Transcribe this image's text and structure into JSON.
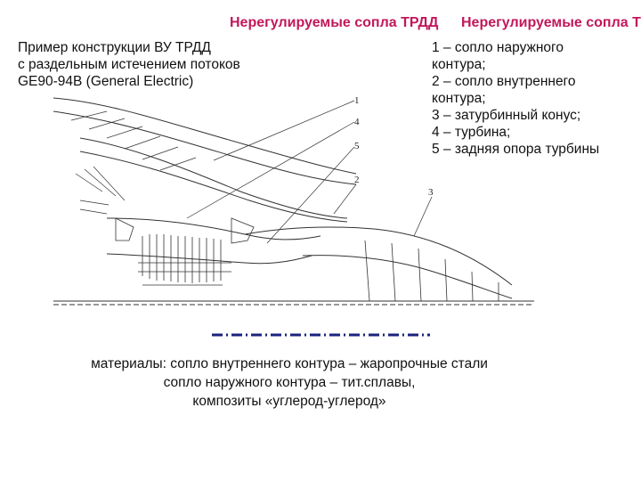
{
  "title": {
    "part1": "Нерегулируемые сопла ТРДД",
    "part2": "Нерегулируемые сопла ТРДД"
  },
  "caption": {
    "line1": "Пример конструкции ВУ ТРДД",
    "line2": "с раздельным истечением потоков",
    "line3": "GE90-94B (General Electric)"
  },
  "legend": {
    "line1": "1 – сопло наружного",
    "line2": "контура;",
    "line3": "2 – сопло внутреннего",
    "line4": "контура;",
    "line5": "3 – затурбинный конус;",
    "line6": "4 – турбина;",
    "line7": "5 – задняя опора турбины"
  },
  "callouts": {
    "c1": "1",
    "c4": "4",
    "c5": "5",
    "c2": "2",
    "c3": "3"
  },
  "materials": {
    "label": "материалы",
    "line1_rest": ": сопло внутреннего контура – жаропрочные стали",
    "line2": "сопло наружного контура – тит.сплавы,",
    "line3": "композиты «углерод-углерод»"
  },
  "colors": {
    "title": "#c2185b",
    "legend_dash": "#1a237e",
    "drawing": "#333333"
  }
}
